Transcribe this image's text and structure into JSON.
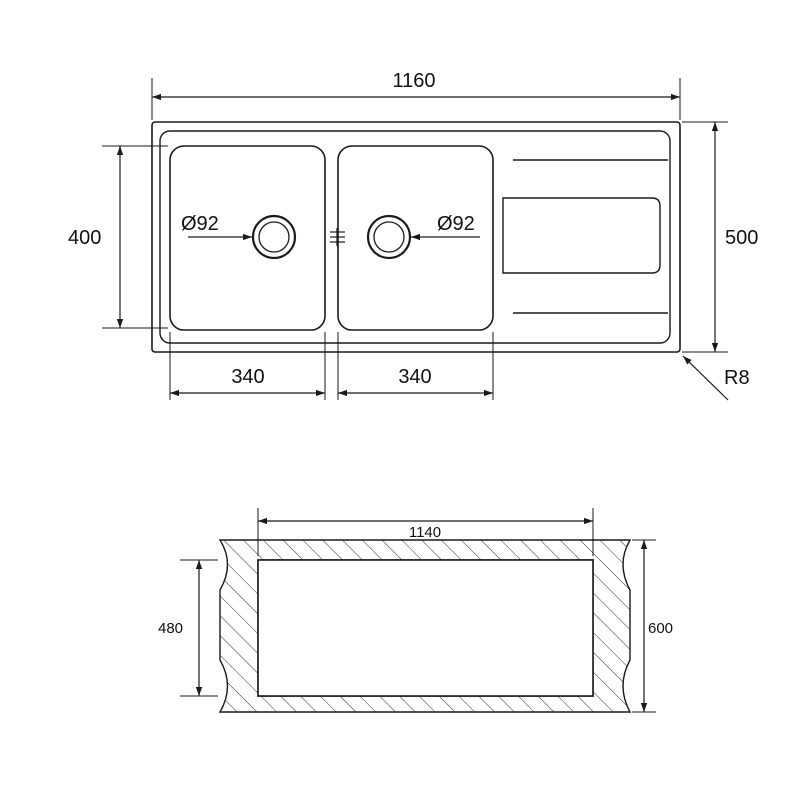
{
  "diagram": {
    "top_view": {
      "overall_width": "1160",
      "overall_depth": "500",
      "bowl_depth": "400",
      "bowl_left_width": "340",
      "bowl_right_width": "340",
      "drain_left_diameter": "Ø92",
      "drain_right_diameter": "Ø92",
      "corner_radius": "R8"
    },
    "cutout_view": {
      "cutout_width": "1140",
      "cutout_depth": "480",
      "cabinet_depth": "600"
    }
  },
  "colors": {
    "line": "#1a1a1a",
    "background": "#ffffff"
  }
}
